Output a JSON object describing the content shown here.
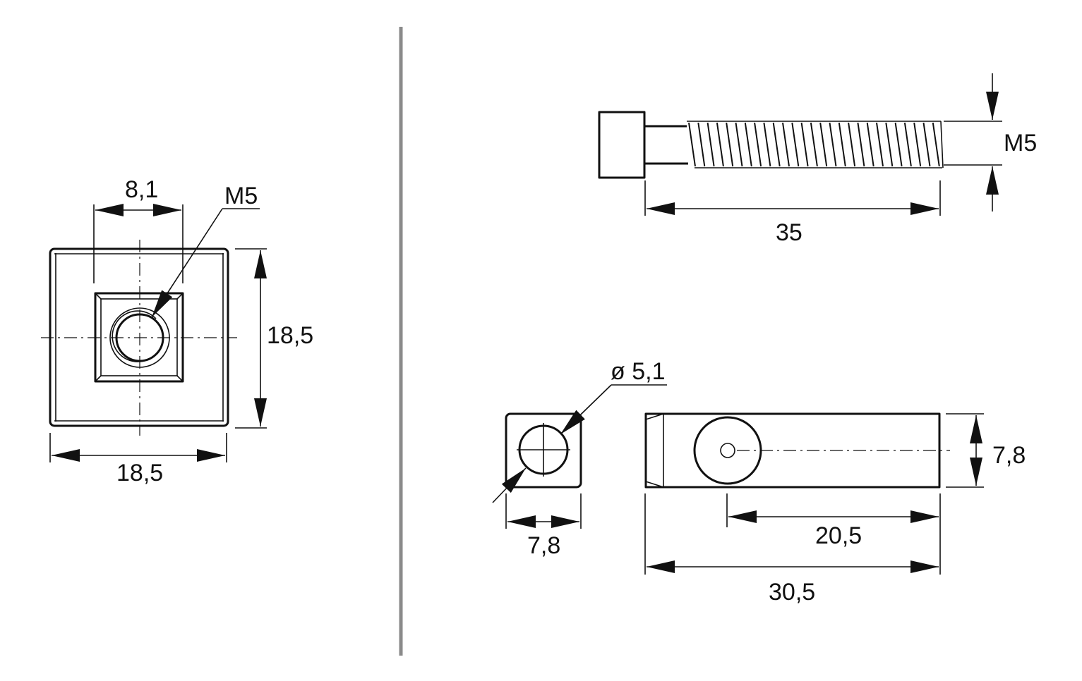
{
  "nut_view": {
    "dimensions": {
      "square_width": "8,1",
      "thread": "M5",
      "height": "18,5",
      "width": "18,5"
    }
  },
  "screw_view": {
    "dimensions": {
      "thread": "M5",
      "length": "35"
    }
  },
  "pin_view": {
    "dimensions": {
      "hole_diameter": "ø 5,1",
      "end_width": "7,8",
      "height": "7,8",
      "hole_offset": "20,5",
      "length": "30,5"
    }
  },
  "colors": {
    "line": "#111111",
    "separator": "#8a8a8a"
  }
}
